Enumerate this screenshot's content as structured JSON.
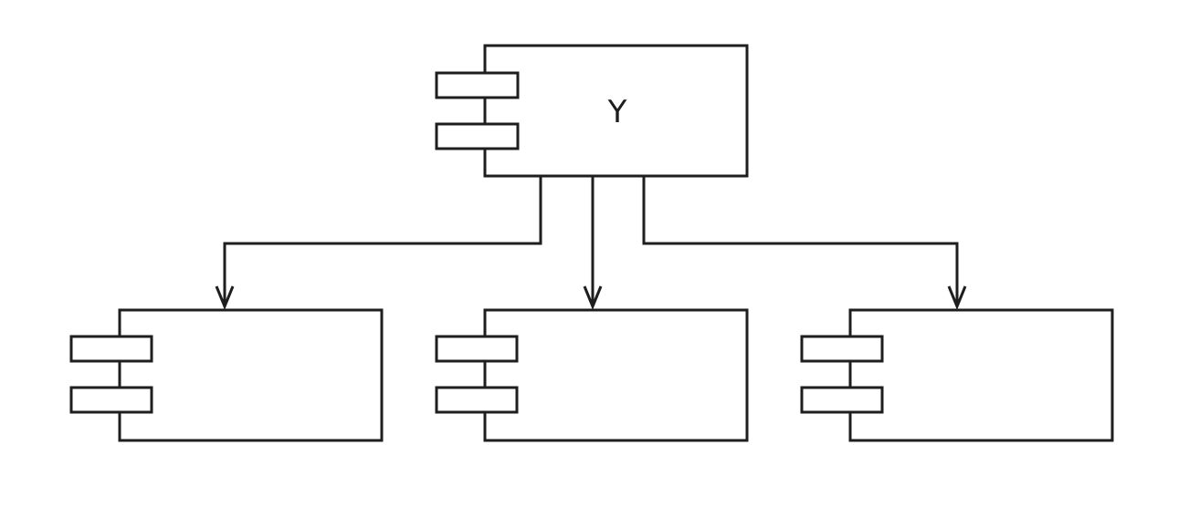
{
  "diagram": {
    "type": "uml-component-diagram",
    "components": [
      {
        "id": "parent",
        "label": "Y"
      },
      {
        "id": "child-left",
        "label": ""
      },
      {
        "id": "child-middle",
        "label": ""
      },
      {
        "id": "child-right",
        "label": ""
      }
    ],
    "edges": [
      {
        "from": "parent",
        "to": "child-left",
        "arrow": "open"
      },
      {
        "from": "parent",
        "to": "child-middle",
        "arrow": "open"
      },
      {
        "from": "parent",
        "to": "child-right",
        "arrow": "open"
      }
    ],
    "colors": {
      "stroke": "#1e1e1e",
      "background": "#ffffff"
    }
  }
}
